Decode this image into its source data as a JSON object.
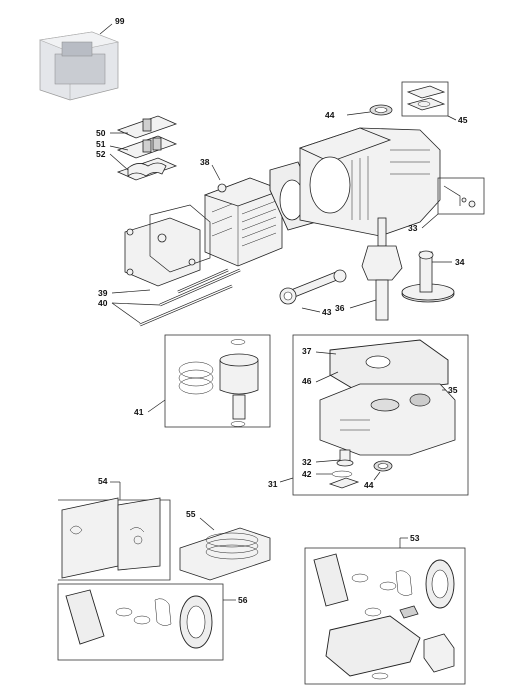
{
  "diagram": {
    "callouts": {
      "c99": "99",
      "c44a": "44",
      "c45": "45",
      "c50": "50",
      "c51": "51",
      "c52": "52",
      "c38": "38",
      "c33": "33",
      "c34": "34",
      "c39": "39",
      "c40": "40",
      "c43": "43",
      "c36": "36",
      "c37": "37",
      "c46": "46",
      "c35": "35",
      "c41": "41",
      "c32": "32",
      "c42": "42",
      "c31": "31",
      "c44b": "44",
      "c54": "54",
      "c55": "55",
      "c53": "53",
      "c56": "56"
    }
  }
}
